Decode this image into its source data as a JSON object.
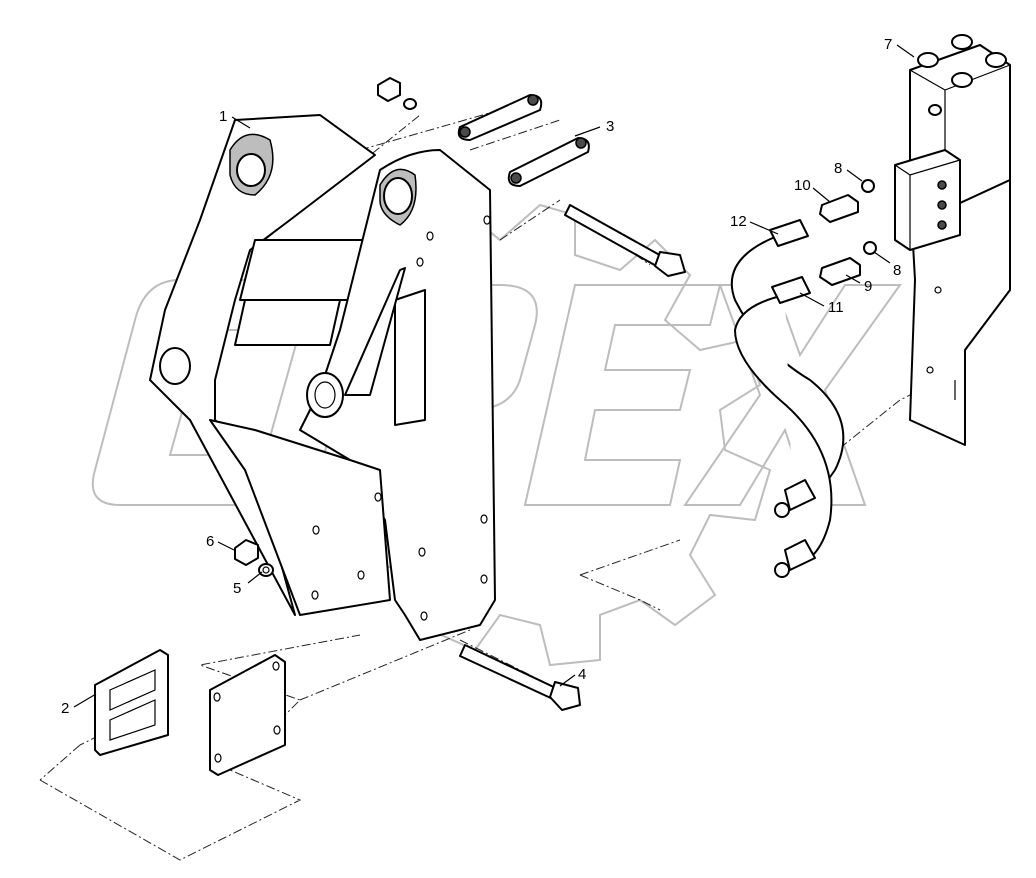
{
  "watermark": {
    "text": "OPEX",
    "color": "#bdbdbd"
  },
  "callouts": [
    {
      "id": "c1",
      "label": "1"
    },
    {
      "id": "c2",
      "label": "2"
    },
    {
      "id": "c3",
      "label": "3"
    },
    {
      "id": "c4",
      "label": "4"
    },
    {
      "id": "c5",
      "label": "5"
    },
    {
      "id": "c6",
      "label": "6"
    },
    {
      "id": "c7",
      "label": "7"
    },
    {
      "id": "c8a",
      "label": "8"
    },
    {
      "id": "c8b",
      "label": "8"
    },
    {
      "id": "c9",
      "label": "9"
    },
    {
      "id": "c10",
      "label": "10"
    },
    {
      "id": "c11",
      "label": "11"
    },
    {
      "id": "c12",
      "label": "12"
    }
  ]
}
